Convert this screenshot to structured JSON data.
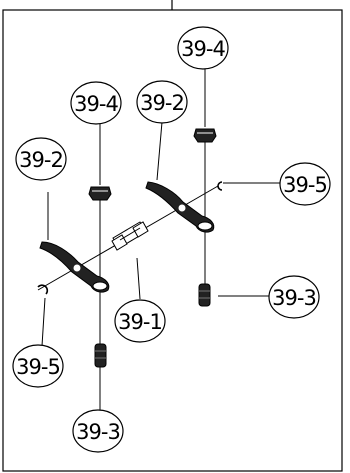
{
  "colors": {
    "ink": "#000000",
    "paper": "#ffffff",
    "part": "#222222"
  },
  "callouts": {
    "c1": "39-4",
    "c2": "39-4",
    "c3": "39-2",
    "c4": "39-2",
    "c5": "39-5",
    "c6": "39-5",
    "c7": "39-3",
    "c8": "39-3",
    "c9": "39-1"
  },
  "parts": [
    "hex-nut",
    "hex-nut",
    "rocker-arm",
    "rocker-arm",
    "e-clip",
    "e-clip",
    "adjusting-screw",
    "adjusting-screw",
    "rocker-shaft"
  ]
}
